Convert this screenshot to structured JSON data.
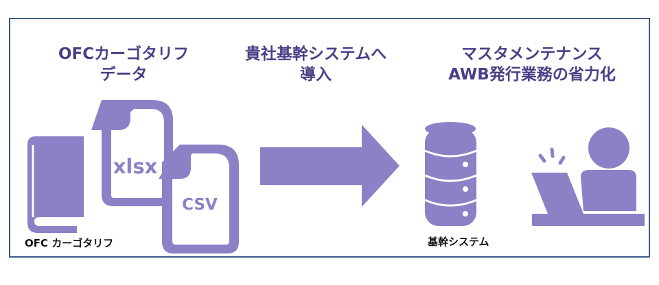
{
  "colors": {
    "frame_border": "#3f5a86",
    "heading_text": "#4a3f87",
    "icon_fill": "#8b81c6",
    "icon_light": "#ffffff"
  },
  "icons": {
    "book": "book-icon",
    "xlsx_file": "xlsx-file-icon",
    "csv_file": "csv-file-icon",
    "arrow": "right-arrow-icon",
    "database": "database-icon",
    "person": "person-at-laptop-icon"
  },
  "left": {
    "heading_line1": "OFCカーゴタリフ",
    "heading_line2": "データ",
    "caption": "OFC カーゴタリフ",
    "xlsx_label": "xlsx",
    "csv_label": "CSV"
  },
  "middle": {
    "heading_line1": "貴社基幹システムへ",
    "heading_line2": "導入"
  },
  "right": {
    "heading_line1": "マスタメンテナンス",
    "heading_line2": "AWB発行業務の省力化",
    "db_caption": "基幹システム"
  }
}
